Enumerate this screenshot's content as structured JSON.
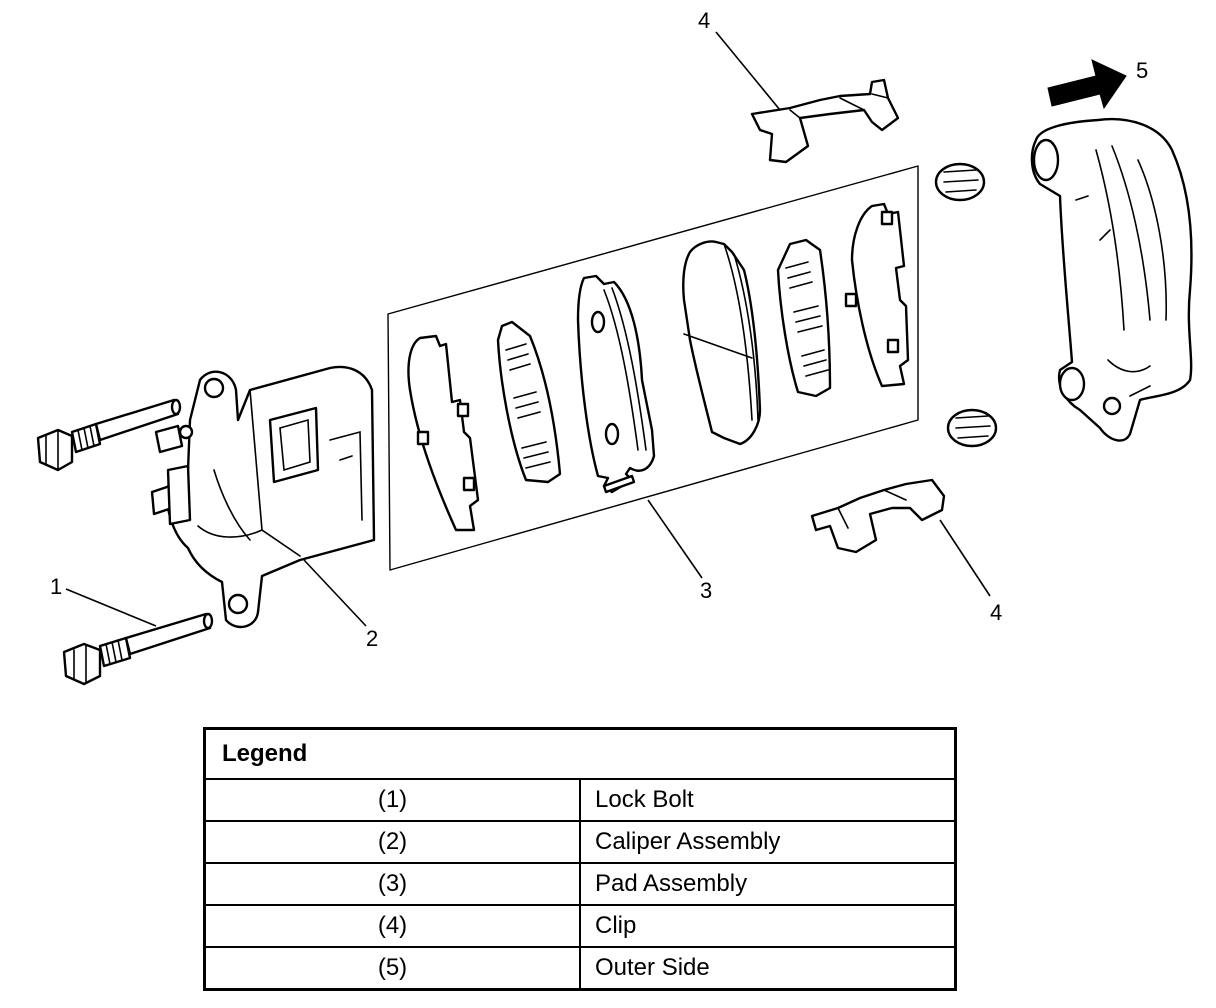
{
  "callouts": {
    "lock_bolt": "1",
    "caliper": "2",
    "pads": "3",
    "clip_top": "4",
    "clip_bottom": "4",
    "outer_side": "5"
  },
  "legend": {
    "title": "Legend",
    "rows": [
      {
        "num": "(1)",
        "label": "Lock Bolt"
      },
      {
        "num": "(2)",
        "label": "Caliper Assembly"
      },
      {
        "num": "(3)",
        "label": "Pad Assembly"
      },
      {
        "num": "(4)",
        "label": "Clip"
      },
      {
        "num": "(5)",
        "label": "Outer Side"
      }
    ]
  }
}
